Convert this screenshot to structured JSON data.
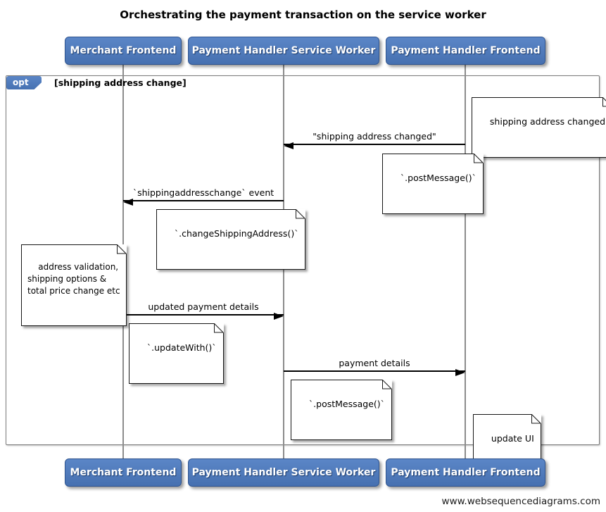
{
  "title": "Orchestrating the payment transaction on the service worker",
  "watermark": "www.websequencediagrams.com",
  "actors": {
    "merchant_frontend": "Merchant Frontend",
    "payment_handler_service_worker": "Payment Handler Service Worker",
    "payment_handler_frontend": "Payment Handler Frontend"
  },
  "opt": {
    "operator": "opt",
    "guard": "[shipping address change]"
  },
  "messages": {
    "shipping_address_changed": "\"shipping address changed\"",
    "shippingaddresschange_event": "`shippingaddresschange` event",
    "updated_payment_details": "updated payment details",
    "payment_details": "payment details"
  },
  "notes": {
    "shipping_address_changed": "shipping address changed",
    "post_message_to_sw": "`.postMessage()`",
    "change_shipping_address": "`.changeShippingAddress()`",
    "merchant_processing": "address validation,\nshipping options &\ntotal price change etc",
    "update_with": "`.updateWith()`",
    "post_message_to_frontend": "`.postMessage()`",
    "update_ui": "update UI"
  },
  "colors": {
    "actor_fill_top": "#5b86c7",
    "actor_fill_bottom": "#4670b0",
    "actor_border": "#2f548f",
    "frame_border": "#7a7a7a",
    "lifeline": "#8c8c8c",
    "message_line": "#000000",
    "note_background": "#ffffff"
  }
}
